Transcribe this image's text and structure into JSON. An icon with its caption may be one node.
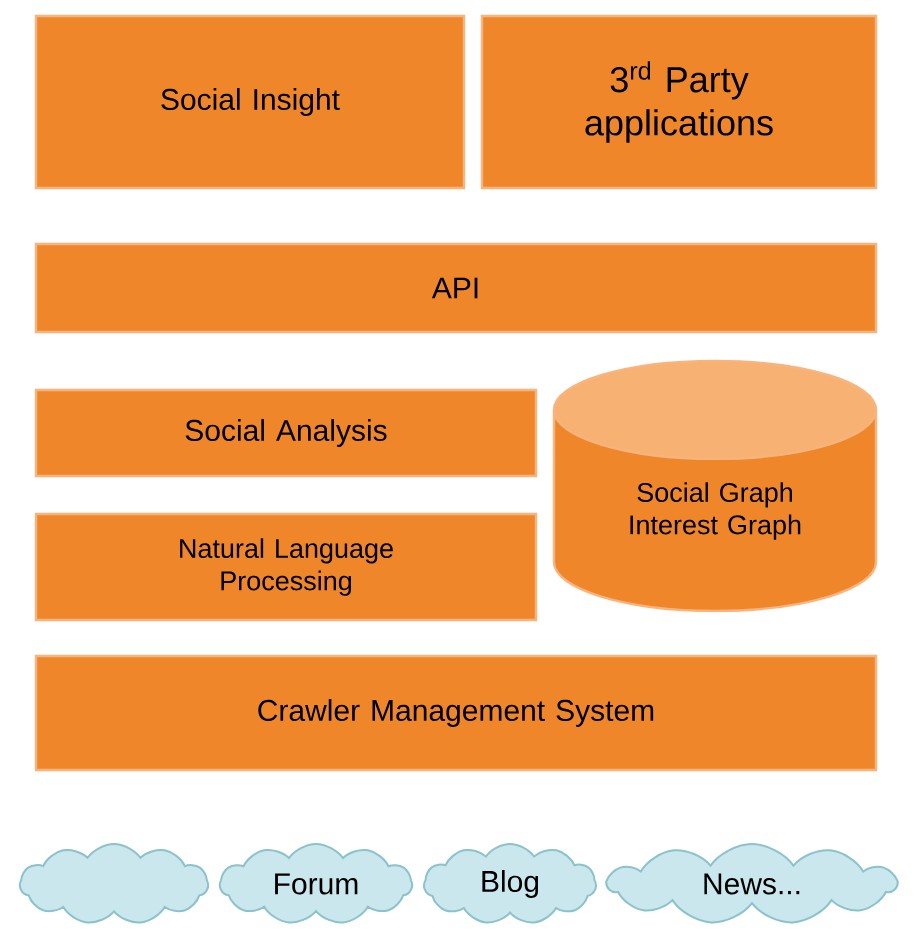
{
  "diagram": {
    "nodes": [
      {
        "text": [
          "Social Insight"
        ]
      },
      {
        "text": [
          "3$^{rd}$ Party applications"
        ]
      },
      {
        "text": [
          "API"
        ]
      },
      {
        "text": [
          "Social  Analysis"
        ]
      },
      {
        "text": [
          "Natural Language Processing"
        ]
      },
      {
        "text": [
          "Social Graph Interest Graph"
        ]
      },
      {
        "text": [
          "Crawler Management System"
        ]
      },
      {
        "text": [],
        "shape": "cloud"
      },
      {
        "text": [
          "Forum"
        ]
      },
      {
        "text": [
          "Blog"
        ]
      },
      {
        "text": [
          "News..."
        ]
      }
    ]
  }
}
